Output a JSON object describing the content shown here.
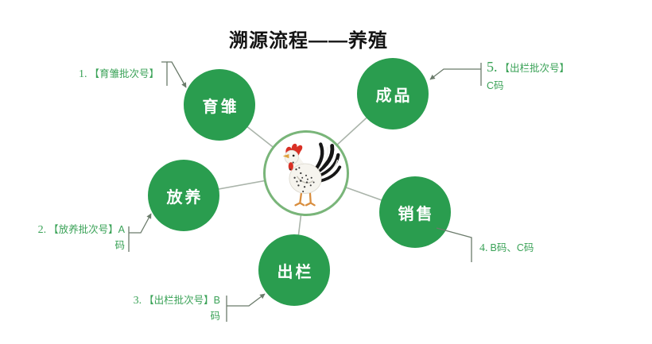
{
  "title": "溯源流程——养殖",
  "colors": {
    "node_green": "#2a9d4f",
    "annotation_green": "#3aa257",
    "connector_gray": "#aab4aa",
    "callout_gray": "#6b7b6b",
    "center_ring_green": "#79b579",
    "rooster_comb_red": "#d93025",
    "title_black": "#141414"
  },
  "center": {
    "image_description": "rooster photo in green ring"
  },
  "nodes": [
    {
      "id": "yuchu",
      "label": "育雏"
    },
    {
      "id": "chengpin",
      "label": "成品"
    },
    {
      "id": "fangyang",
      "label": "放养"
    },
    {
      "id": "xiaoshou",
      "label": "销售"
    },
    {
      "id": "chulan",
      "label": "出栏"
    }
  ],
  "annotations": [
    {
      "num": "1.",
      "text": "【育雏批次号】"
    },
    {
      "num": "2.",
      "text": "【放养批次号】A码"
    },
    {
      "num": "3.",
      "text": "【出栏批次号】B码"
    },
    {
      "num": "4.",
      "text": "B码、C码"
    },
    {
      "num": "5.",
      "text": "【出栏批次号】C码"
    }
  ]
}
